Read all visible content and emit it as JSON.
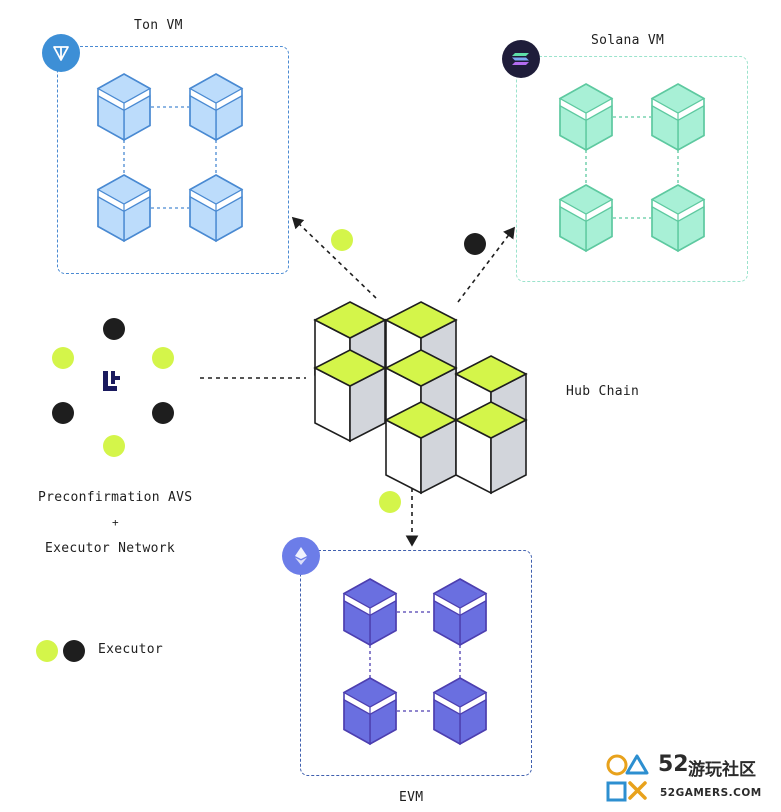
{
  "chains": {
    "ton": {
      "label": "Ton VM",
      "icon": "ton-icon",
      "color": "#4a8ad2",
      "face": "#bcdcfb"
    },
    "solana": {
      "label": "Solana VM",
      "icon": "solana-icon",
      "color": "#5ec9a0",
      "face": "#a8f0d6"
    },
    "evm": {
      "label": "EVM",
      "icon": "ethereum-icon",
      "color": "#5a5fd6",
      "face": "#6a6fe0"
    }
  },
  "hub": {
    "label": "Hub Chain",
    "accent": "#d4f54a",
    "side": "#d2d5db"
  },
  "avs": {
    "line1": "Preconfirmation AVS",
    "plus": "+",
    "line2": "Executor Network",
    "logo": "eigenlayer-logo-icon"
  },
  "legend": {
    "label": "Executor",
    "green": "#d4f54a",
    "black": "#1e1e1e"
  },
  "watermark": {
    "number": "52",
    "name": "游玩社区",
    "site": "52GAMERS.COM"
  }
}
